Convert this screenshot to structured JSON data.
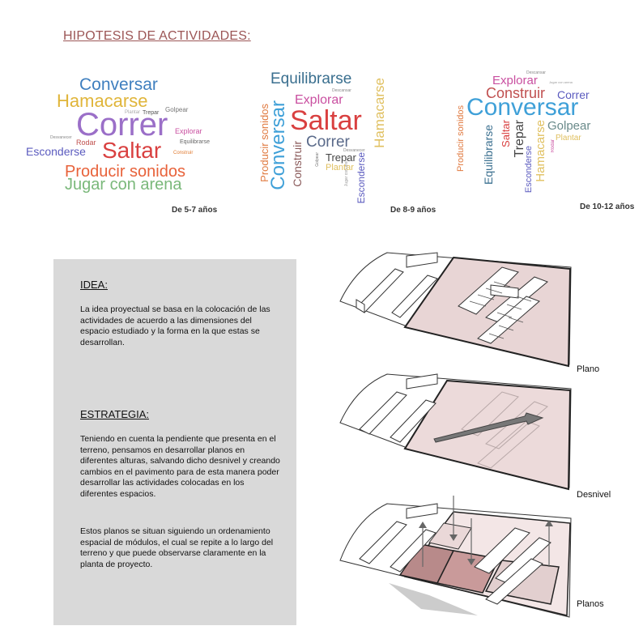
{
  "title": "HIPOTESIS DE ACTIVIDADES:",
  "clouds": [
    {
      "caption": "De 5-7 años",
      "words": [
        {
          "text": "Conversar",
          "color": "#3f7fbf"
        },
        {
          "text": "Hamacarse",
          "color": "#e0b53a"
        },
        {
          "text": "Correr",
          "color": "#9b6fc8"
        },
        {
          "text": "Golpear",
          "color": "#777777"
        },
        {
          "text": "Trepar",
          "color": "#555555"
        },
        {
          "text": "Plantar",
          "color": "#aaaaaa"
        },
        {
          "text": "Explorar",
          "color": "#c94fa0"
        },
        {
          "text": "Desvanecer",
          "color": "#888888"
        },
        {
          "text": "Rodar",
          "color": "#c0504d"
        },
        {
          "text": "Equilibrarse",
          "color": "#666666"
        },
        {
          "text": "Esconderse",
          "color": "#5b5bbf"
        },
        {
          "text": "Saltar",
          "color": "#d94040"
        },
        {
          "text": "Construir",
          "color": "#e07a30"
        },
        {
          "text": "Producir sonidos",
          "color": "#e8623a"
        },
        {
          "text": "Jugar con arena",
          "color": "#7ab87a"
        }
      ]
    },
    {
      "caption": "De 8-9 años",
      "words": [
        {
          "text": "Equilibrarse",
          "color": "#3a6f8f"
        },
        {
          "text": "Hamacarse",
          "color": "#e0c060"
        },
        {
          "text": "Descansar",
          "color": "#888888"
        },
        {
          "text": "Explorar",
          "color": "#c94fa0"
        },
        {
          "text": "Conversar",
          "color": "#3fa0d8"
        },
        {
          "text": "Saltar",
          "color": "#d94040"
        },
        {
          "text": "Producir sonidos",
          "color": "#e07a40"
        },
        {
          "text": "Correr",
          "color": "#5a6a8a"
        },
        {
          "text": "Construir",
          "color": "#8a5a5a"
        },
        {
          "text": "Golpear",
          "color": "#777777"
        },
        {
          "text": "Trepar",
          "color": "#444444"
        },
        {
          "text": "Plantar",
          "color": "#e0c060"
        },
        {
          "text": "Esconderse",
          "color": "#5b5bbf"
        },
        {
          "text": "Jugar con arena",
          "color": "#999999"
        },
        {
          "text": "Desvanecer",
          "color": "#888888"
        }
      ]
    },
    {
      "caption": "De 10-12 años",
      "words": [
        {
          "text": "Descansar",
          "color": "#888888"
        },
        {
          "text": "Explorar",
          "color": "#c94fa0"
        },
        {
          "text": "Jugar con arena",
          "color": "#999999"
        },
        {
          "text": "Construir",
          "color": "#c05050"
        },
        {
          "text": "Conversar",
          "color": "#3fa0d8"
        },
        {
          "text": "Correr",
          "color": "#5b5bbf"
        },
        {
          "text": "Producir sonidos",
          "color": "#e07a40"
        },
        {
          "text": "Golpear",
          "color": "#6a8a8a"
        },
        {
          "text": "Plantar",
          "color": "#e0c060"
        },
        {
          "text": "Equilibrarse",
          "color": "#3a6f8f"
        },
        {
          "text": "Saltar",
          "color": "#d94040"
        },
        {
          "text": "Trepar",
          "color": "#444444"
        },
        {
          "text": "Esconderse",
          "color": "#5b5bbf"
        },
        {
          "text": "Hamacarse",
          "color": "#e0c060"
        },
        {
          "text": "Rodar",
          "color": "#c94fa0"
        }
      ]
    }
  ],
  "idea": {
    "heading": "IDEA:",
    "body": "La idea proyectual se basa en la colocación de las actividades de acuerdo a las dimensiones del espacio estudiado y la forma en la que estas se desarrollan."
  },
  "estrategia": {
    "heading": "ESTRATEGIA:",
    "body1": "Teniendo en cuenta la pendiente que presenta en el terreno, pensamos en desarrollar planos en diferentes alturas, salvando dicho desnivel y creando cambios en el pavimento para de esta manera poder desarrollar las actividades colocadas en los diferentes espacios.",
    "body2": "Estos planos se situan siguiendo un ordenamiento espacial de módulos, el cual se repite a lo largo del terreno y que puede observarse claramente en la planta de proyecto."
  },
  "diagrams": [
    {
      "label": "Plano"
    },
    {
      "label": "Desnivel"
    },
    {
      "label": "Planos"
    }
  ],
  "colors": {
    "title": "#9c5656",
    "panel": "#d9d9d9",
    "plane": "#e8d5d5",
    "plane_dark": "#b88a8a"
  }
}
